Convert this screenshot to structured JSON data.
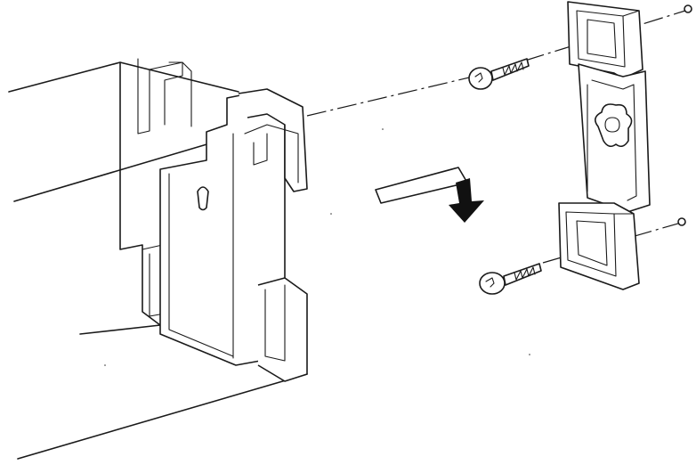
{
  "diagram": {
    "parts": [
      {
        "id": "enclosure",
        "icon": "enclosure-box-outline"
      },
      {
        "id": "mounting-rail",
        "icon": "din-rail-clip"
      },
      {
        "id": "clip-plate",
        "icon": "mounting-bracket"
      },
      {
        "id": "screw-upper",
        "icon": "screw-icon"
      },
      {
        "id": "screw-lower",
        "icon": "screw-icon"
      },
      {
        "id": "arrow",
        "icon": "arrow-down-icon"
      }
    ],
    "colors": {
      "stroke": "#1a1a1a",
      "background": "#ffffff",
      "arrow": "#111111"
    }
  }
}
